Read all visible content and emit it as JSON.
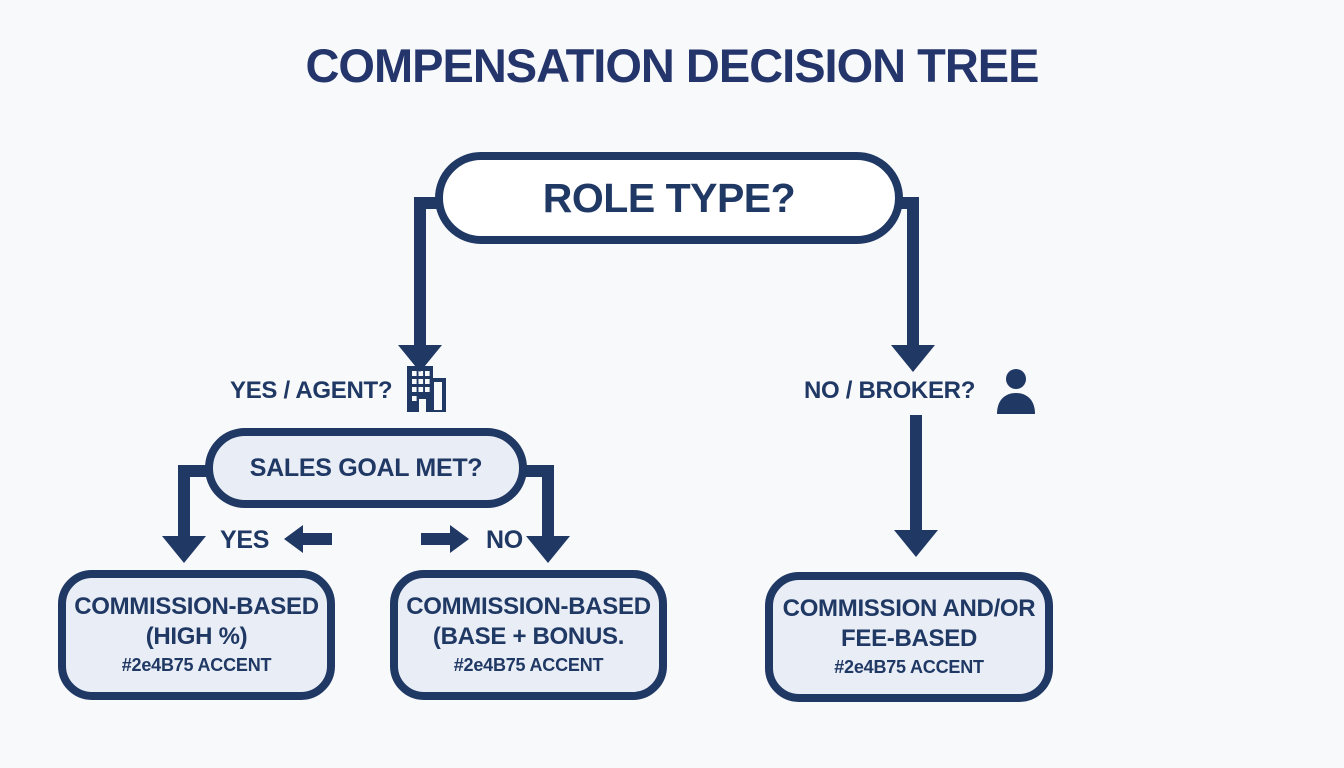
{
  "title": "COMPENSATION DECISION TREE",
  "colors": {
    "navy": "#1f3864",
    "title_navy": "#24356b",
    "node_fill": "#e9edf5",
    "root_fill": "#ffffff",
    "background": "#f8f9fb",
    "accent_referenced": "#2e4B75"
  },
  "nodes": {
    "root": {
      "label": "ROLE TYPE?"
    },
    "decision": {
      "label": "SALES GOAL MET?"
    }
  },
  "branch_labels": {
    "left": "YES / AGENT?",
    "right": "NO / BROKER?",
    "left_icon": "building-icon",
    "right_icon": "person-icon"
  },
  "decision_labels": {
    "yes": "YES",
    "no": "NO"
  },
  "leaves": [
    {
      "line1": "COMMISSION-BASED",
      "line2": "(HIGH %)",
      "line3": "#2e4B75 ACCENT"
    },
    {
      "line1": "COMMISSION-BASED",
      "line2": "(BASE + BONUS.",
      "line3": "#2e4B75 ACCENT"
    },
    {
      "line1": "COMMISSION AND/OR",
      "line2": "FEE-BASED",
      "line3": "#2e4B75 ACCENT"
    }
  ]
}
